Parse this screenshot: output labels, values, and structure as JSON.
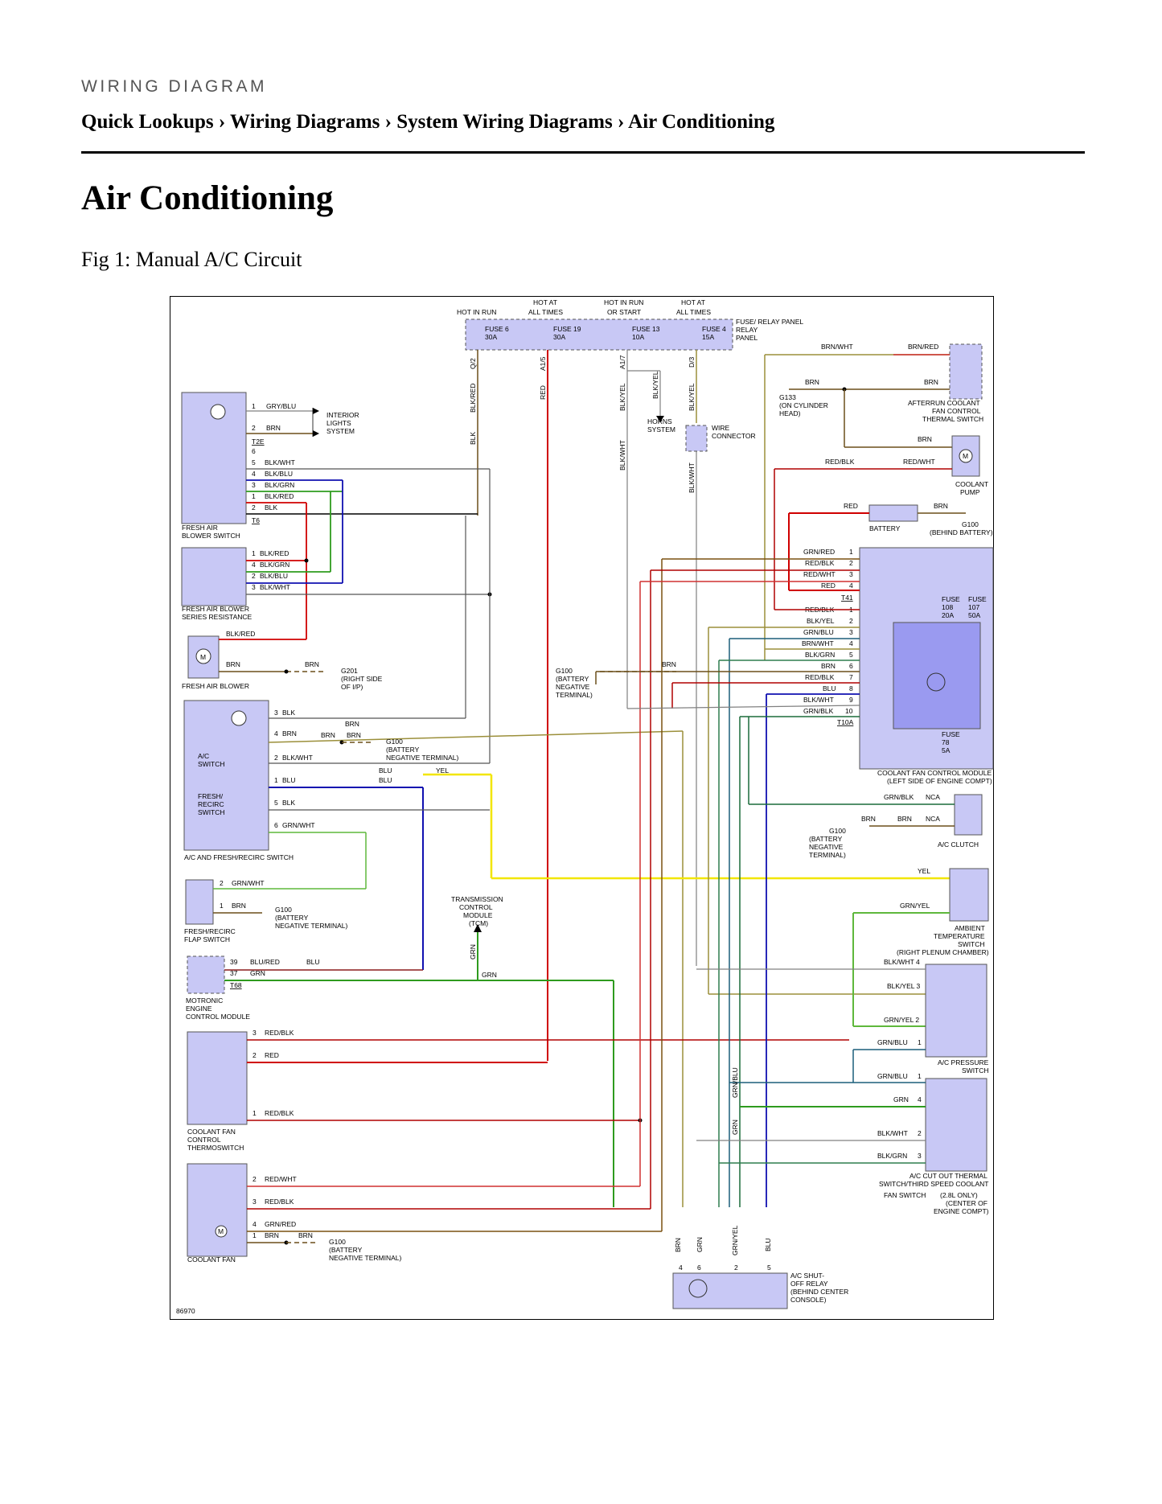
{
  "header": {
    "kicker": "WIRING DIAGRAM",
    "breadcrumb": "Quick Lookups › Wiring Diagrams › System Wiring Diagrams › Air Conditioning"
  },
  "page": {
    "title": "Air Conditioning",
    "figure_caption": "Fig 1: Manual A/C Circuit"
  },
  "diagram": {
    "number": "86970",
    "fuse_panel": {
      "label": "FUSE/ RELAY PANEL",
      "circuits": [
        {
          "power": "HOT IN RUN",
          "fuse": "FUSE 6",
          "amps": "30A",
          "pin": "Q/2"
        },
        {
          "power": "HOT AT ALL TIMES",
          "fuse": "FUSE 19",
          "amps": "30A",
          "pin": "A1/5"
        },
        {
          "power": "HOT IN RUN OR START",
          "fuse": "FUSE 13",
          "amps": "10A",
          "pin": "A1/7"
        },
        {
          "power": "HOT AT ALL TIMES",
          "fuse": "FUSE 4",
          "amps": "15A",
          "pin": "D/3"
        }
      ]
    },
    "components": [
      "FRESH AIR BLOWER SWITCH",
      "FRESH AIR BLOWER SERIES RESISTANCE",
      "FRESH AIR BLOWER",
      "A/C AND FRESH/RECIRC SWITCH",
      "A/C SWITCH",
      "FRESH/ RECIRC SWITCH",
      "FRESH/RECIRC FLAP SWITCH",
      "MOTRONIC ENGINE CONTROL MODULE",
      "COOLANT FAN CONTROL THERMOSWITCH",
      "COOLANT FAN",
      "INTERIOR LIGHTS SYSTEM",
      "HORNS SYSTEM",
      "WIRE CONNECTOR",
      "G133 (ON CYLINDER HEAD)",
      "AFTERRUN COOLANT FAN CONTROL THERMAL SWITCH",
      "COOLANT PUMP",
      "BATTERY",
      "G100 (BEHIND BATTERY)",
      "COOLANT FAN CONTROL MODULE (LEFT SIDE OF ENGINE COMPT)",
      "A/C CLUTCH",
      "AMBIENT TEMPERATURE SWITCH (RIGHT PLENUM CHAMBER)",
      "A/C PRESSURE SWITCH",
      "A/C CUT OUT THERMAL SWITCH/THIRD SPEED COOLANT FAN SWITCH (2.8L ONLY) (CENTER OF ENGINE COMPT)",
      "A/C SHUT-OFF RELAY (BEHIND CENTER CONSOLE)",
      "TRANSMISSION CONTROL MODULE (TCM)",
      "G201 (RIGHT SIDE OF I/P)",
      "G100 (BATTERY NEGATIVE TERMINAL)"
    ],
    "module_pins": [
      {
        "pin": "1",
        "wire": "GRN/RED"
      },
      {
        "pin": "2",
        "wire": "RED/BLK"
      },
      {
        "pin": "3",
        "wire": "RED/WHT"
      },
      {
        "pin": "4",
        "wire": "RED"
      },
      {
        "pin": "1",
        "wire": "RED/BLK"
      },
      {
        "pin": "2",
        "wire": "BLK/YEL"
      },
      {
        "pin": "3",
        "wire": "GRN/BLU"
      },
      {
        "pin": "4",
        "wire": "BRN/WHT"
      },
      {
        "pin": "5",
        "wire": "BLK/GRN"
      },
      {
        "pin": "6",
        "wire": "BRN"
      },
      {
        "pin": "7",
        "wire": "RED/BLK"
      },
      {
        "pin": "8",
        "wire": "BLU"
      },
      {
        "pin": "9",
        "wire": "BLK/WHT"
      },
      {
        "pin": "10",
        "wire": "GRN/BLK"
      }
    ],
    "module_fuses": [
      {
        "name": "FUSE 108",
        "amps": "20A"
      },
      {
        "name": "FUSE 107",
        "amps": "50A"
      },
      {
        "name": "FUSE 78",
        "amps": "5A"
      }
    ],
    "colors": {
      "panel": "#c8c8f5",
      "BRN": "#6b4f1a",
      "RED": "#d00000",
      "GRN": "#2e9b1e",
      "BLU": "#1010b0",
      "YEL": "#f2e600",
      "BLK": "#000000",
      "GRY": "#808080",
      "OLIVE": "#9b8f3a"
    }
  }
}
